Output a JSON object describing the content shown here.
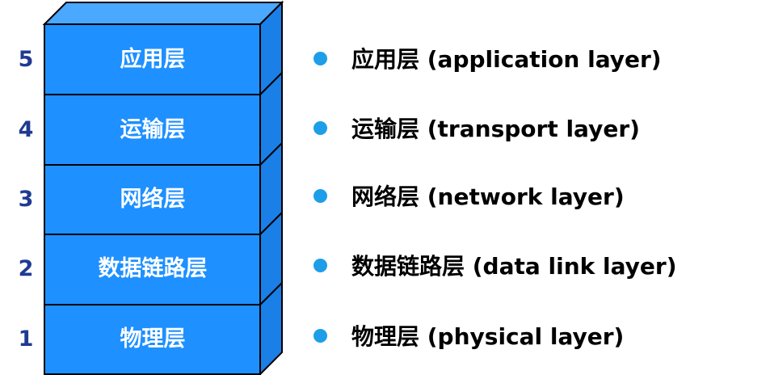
{
  "layers": [
    {
      "number": "5",
      "name_cn": "应用层",
      "description": "应用层 (application layer)"
    },
    {
      "number": "4",
      "name_cn": "运输层",
      "description": "运输层 (transport layer)"
    },
    {
      "number": "3",
      "name_cn": "网络层",
      "description": "网络层 (network layer)"
    },
    {
      "number": "2",
      "name_cn": "数据链路层",
      "description": "数据链路层 (data link layer)"
    },
    {
      "number": "1",
      "name_cn": "物理层",
      "description": "物理层 (physical layer)"
    }
  ],
  "colors": {
    "front": "#1e90ff",
    "top": "#4aa8ff",
    "side": "#1a7fe6",
    "outline": "#000000",
    "number": "#1f3a93",
    "bullet": "#1e9ee8"
  }
}
